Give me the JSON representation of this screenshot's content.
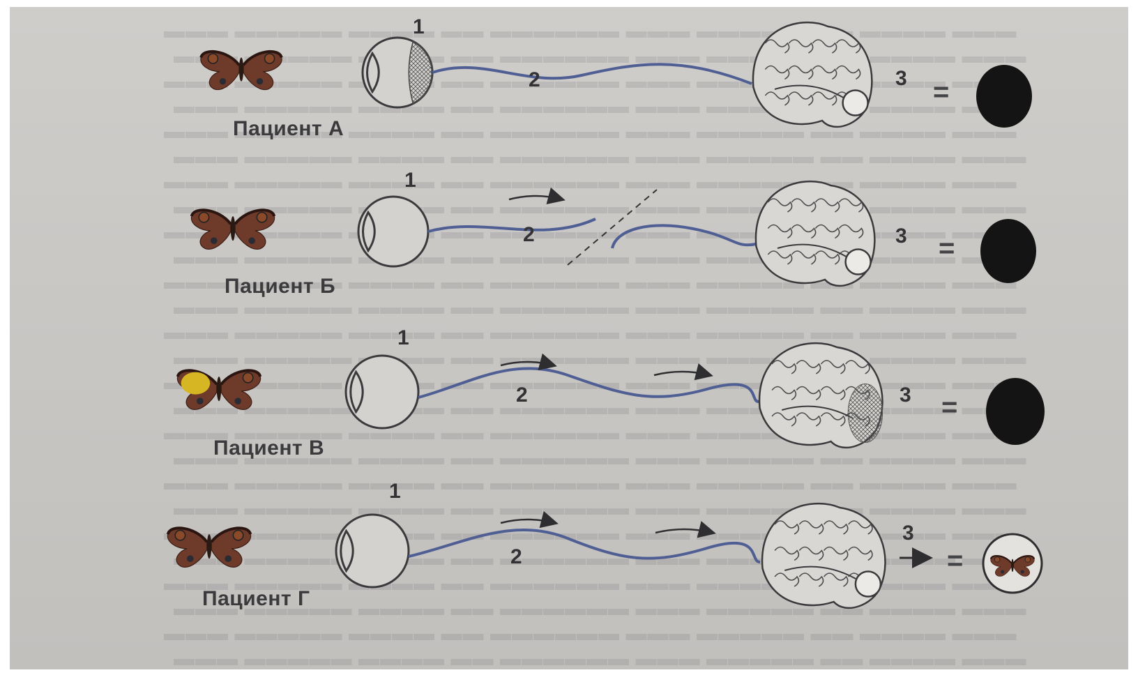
{
  "diagram": {
    "rows": [
      {
        "patient_label": "Пациент А",
        "eye_label": "1",
        "nerve_label": "2",
        "brain_label": "3",
        "equals": "=",
        "result": "black",
        "butterfly": "peacock-butterfly",
        "lesion": "retina",
        "arrows": 0
      },
      {
        "patient_label": "Пациент Б",
        "eye_label": "1",
        "nerve_label": "2",
        "brain_label": "3",
        "equals": "=",
        "result": "black",
        "butterfly": "peacock-butterfly",
        "lesion": "nerve-cut",
        "arrows": 1
      },
      {
        "patient_label": "Пациент В",
        "eye_label": "1",
        "nerve_label": "2",
        "brain_label": "3",
        "equals": "=",
        "result": "black",
        "butterfly": "peacock-butterfly-yellow-spot",
        "lesion": "visual-cortex",
        "arrows": 2
      },
      {
        "patient_label": "Пациент Г",
        "eye_label": "1",
        "nerve_label": "2",
        "brain_label": "3",
        "equals": "=",
        "result": "butterfly-image",
        "butterfly": "peacock-butterfly",
        "lesion": "none",
        "arrows": 2
      }
    ],
    "colors": {
      "nerve": "#4f5f94",
      "outline": "#3a3a3d",
      "result_dark": "#141414",
      "butterfly_wing": "#6e3a2a",
      "butterfly_spot": "#d6b623"
    }
  }
}
